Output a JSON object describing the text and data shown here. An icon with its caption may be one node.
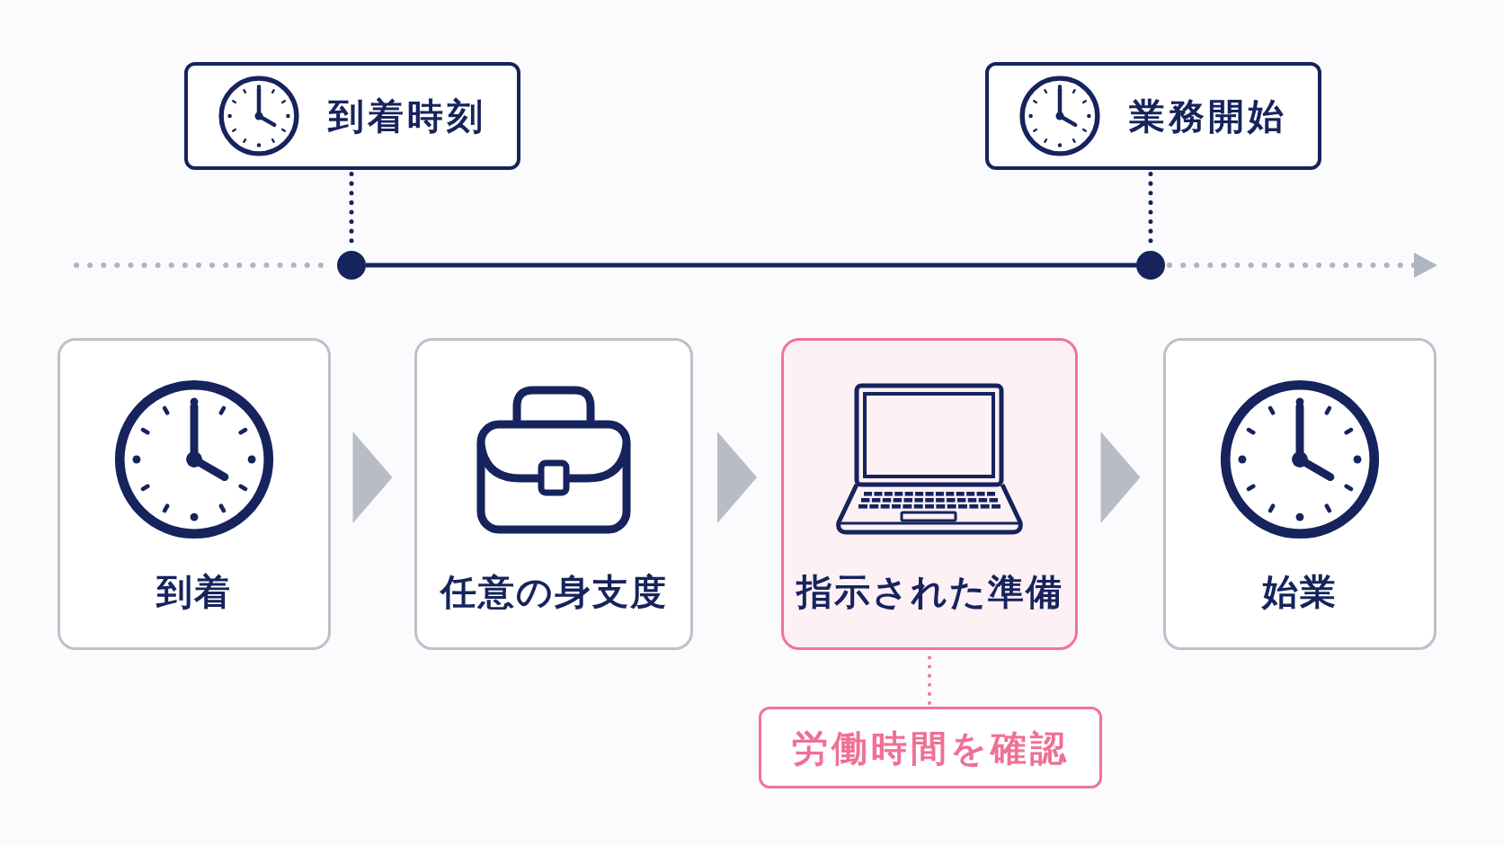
{
  "diagram": {
    "nodes": [
      {
        "text": [
          "到着時刻"
        ]
      },
      {
        "text": [
          "業務開始"
        ]
      },
      {
        "text": [],
        "shape": "circle"
      },
      {
        "text": [],
        "shape": "circle"
      },
      {
        "text": [
          "到着"
        ]
      },
      {
        "text": [
          "任意の身支度"
        ]
      },
      {
        "text": [
          "指示された準備"
        ]
      },
      {
        "text": [
          "始業"
        ]
      },
      {
        "text": [
          "労働時間を確認"
        ]
      }
    ],
    "edges": [
      {
        "from": 0,
        "to": 2,
        "arrow": "none",
        "style": "dashed"
      },
      {
        "from": 1,
        "to": 3,
        "arrow": "none",
        "style": "dashed"
      },
      {
        "from": null,
        "to": 2,
        "arrow": "none",
        "style": "dashed",
        "color": "#b0b6bf"
      },
      {
        "from": 2,
        "to": 3,
        "arrow": "none"
      },
      {
        "from": 3,
        "to": null,
        "arrow": "to",
        "style": "dashed",
        "color": "#b0b6bf"
      },
      {
        "from": 4,
        "to": 5,
        "arrow": "to",
        "color": "#b8bdc5"
      },
      {
        "from": 5,
        "to": 6,
        "arrow": "to",
        "color": "#b8bdc5"
      },
      {
        "from": 6,
        "to": 7,
        "arrow": "to",
        "color": "#b8bdc5"
      },
      {
        "from": 8,
        "to": 6,
        "arrow": "none",
        "style": "dashed",
        "color": "#f07398"
      }
    ]
  }
}
